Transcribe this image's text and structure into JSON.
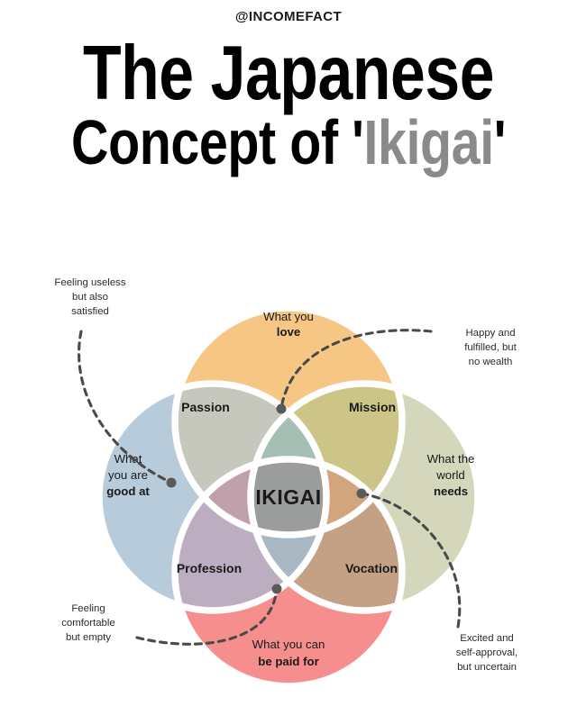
{
  "header": {
    "handle": "@INCOMEFACT",
    "title_line_1": "The Japanese",
    "title_line_2_prefix": "Concept of '",
    "title_line_2_accent": "Ikigai",
    "title_line_2_suffix": "'"
  },
  "diagram": {
    "type": "venn-4-circle",
    "core_label": "IKIGAI",
    "circles": [
      {
        "id": "love",
        "position": "top",
        "label_lines": [
          "What you",
          "love"
        ],
        "bold_line_index": 1,
        "color": "#f6c784"
      },
      {
        "id": "good-at",
        "position": "left",
        "label_lines": [
          "What",
          "you are",
          "good at"
        ],
        "bold_line_index": 2,
        "color": "#b7cbdb"
      },
      {
        "id": "world-needs",
        "position": "right",
        "label_lines": [
          "What the",
          "world",
          "needs"
        ],
        "bold_line_index": 2,
        "color": "#d4d7bc"
      },
      {
        "id": "paid-for",
        "position": "bottom",
        "label_lines": [
          "What you can",
          "be paid for"
        ],
        "bold_line_index": 1,
        "color": "#f58e8c"
      }
    ],
    "overlaps": [
      {
        "id": "passion",
        "label": "Passion",
        "color": "#c6c8bd",
        "position": "top-left"
      },
      {
        "id": "mission",
        "label": "Mission",
        "color": "#cdc488",
        "position": "top-right"
      },
      {
        "id": "profession",
        "label": "Profession",
        "color": "#bcaec0",
        "position": "bottom-left"
      },
      {
        "id": "vocation",
        "label": "Vocation",
        "color": "#c4a184",
        "position": "bottom-right"
      }
    ],
    "inner_lenses": [
      {
        "id": "lens-top",
        "color": "#a6bfb5"
      },
      {
        "id": "lens-left",
        "color": "#c0a0aa"
      },
      {
        "id": "lens-right",
        "color": "#d3a57e"
      },
      {
        "id": "lens-bottom",
        "color": "#a8b7c2"
      }
    ],
    "core_color": "#9a9d9c",
    "stroke_color": "#ffffff",
    "notes": [
      {
        "id": "note-useless",
        "lines": [
          "Feeling useless",
          "but also",
          "satisfied"
        ],
        "anchor": "top-left",
        "points_to": "lens-left"
      },
      {
        "id": "note-happy",
        "lines": [
          "Happy and",
          "fulfilled, but",
          "no wealth"
        ],
        "anchor": "top-right",
        "points_to": "lens-top"
      },
      {
        "id": "note-comfortable",
        "lines": [
          "Feeling",
          "comfortable",
          "but empty"
        ],
        "anchor": "bottom-left",
        "points_to": "lens-bottom"
      },
      {
        "id": "note-excited",
        "lines": [
          "Excited and",
          "self-approval,",
          "but uncertain"
        ],
        "anchor": "bottom-right",
        "points_to": "lens-right"
      }
    ]
  }
}
